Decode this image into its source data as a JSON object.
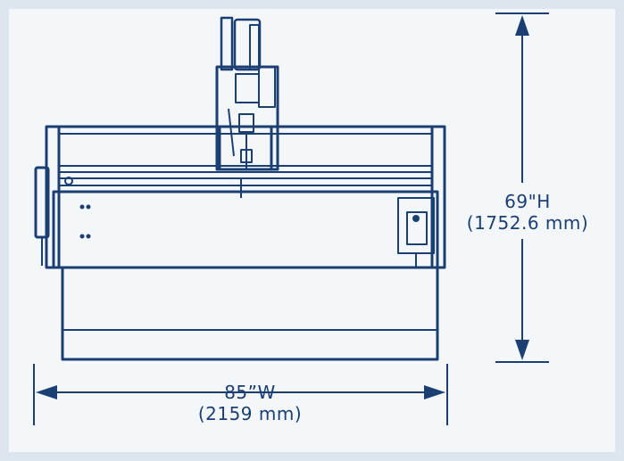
{
  "colors": {
    "machine_stroke": "#1b3f73",
    "dimension": "#1b3f73",
    "panel_bg": "#f4f7fa",
    "page_bg": "#dde6ee"
  },
  "dimensions": {
    "height": {
      "imperial": "69\"H",
      "metric": "(1752.6 mm)"
    },
    "width": {
      "imperial": "85”W",
      "metric": "(2159 mm)"
    }
  }
}
